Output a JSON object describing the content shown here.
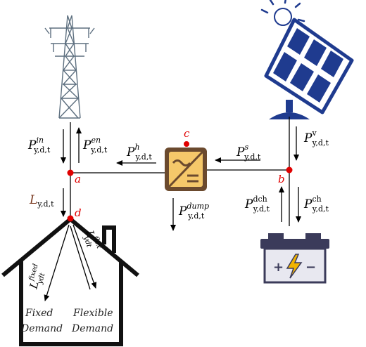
{
  "nodes": {
    "a": "a",
    "b": "b",
    "c": "c",
    "d": "d"
  },
  "labels": {
    "p_in": {
      "base": "P",
      "sup": "in",
      "sub": "y,d,t"
    },
    "p_en": {
      "base": "P",
      "sup": "en",
      "sub": "y,d,t"
    },
    "p_h": {
      "base": "P",
      "sup": "h",
      "sub": "y,d,t"
    },
    "p_s": {
      "base": "P",
      "sup": "s",
      "sub": "y,d,t"
    },
    "p_v": {
      "base": "P",
      "sup": "v",
      "sub": "y,d,t"
    },
    "p_dump": {
      "base": "P",
      "sup": "dump",
      "sub": "y,d,t"
    },
    "p_dch": {
      "base": "P",
      "sup": "dch",
      "sub": "y,d,t"
    },
    "p_ch": {
      "base": "P",
      "sup": "ch",
      "sub": "y,d,t"
    },
    "l_load": {
      "base": "L",
      "sup": "",
      "sub": "y,d,t"
    },
    "l_fixed": {
      "base": "L",
      "sup": "fixed",
      "sub": "ydt"
    },
    "l_flex": {
      "base": "L",
      "sup": "flex",
      "sub": "ydt"
    }
  },
  "demand": {
    "fixed_line1": "Fixed",
    "fixed_line2": "Demand",
    "flex_line1": "Flexible",
    "flex_line2": "Demand"
  },
  "colors": {
    "node": "#e00000",
    "solar_panel": "#1f3b8f",
    "inverter_frame": "#6b4a2e",
    "inverter_fill": "#f5c86a",
    "battery_top": "#3b3b5a",
    "battery_body": "#e8e8f0",
    "bolt": "#f2b400"
  },
  "icons": [
    "transmission-tower-icon",
    "solar-panel-icon",
    "inverter-icon",
    "battery-icon",
    "house-icon"
  ]
}
